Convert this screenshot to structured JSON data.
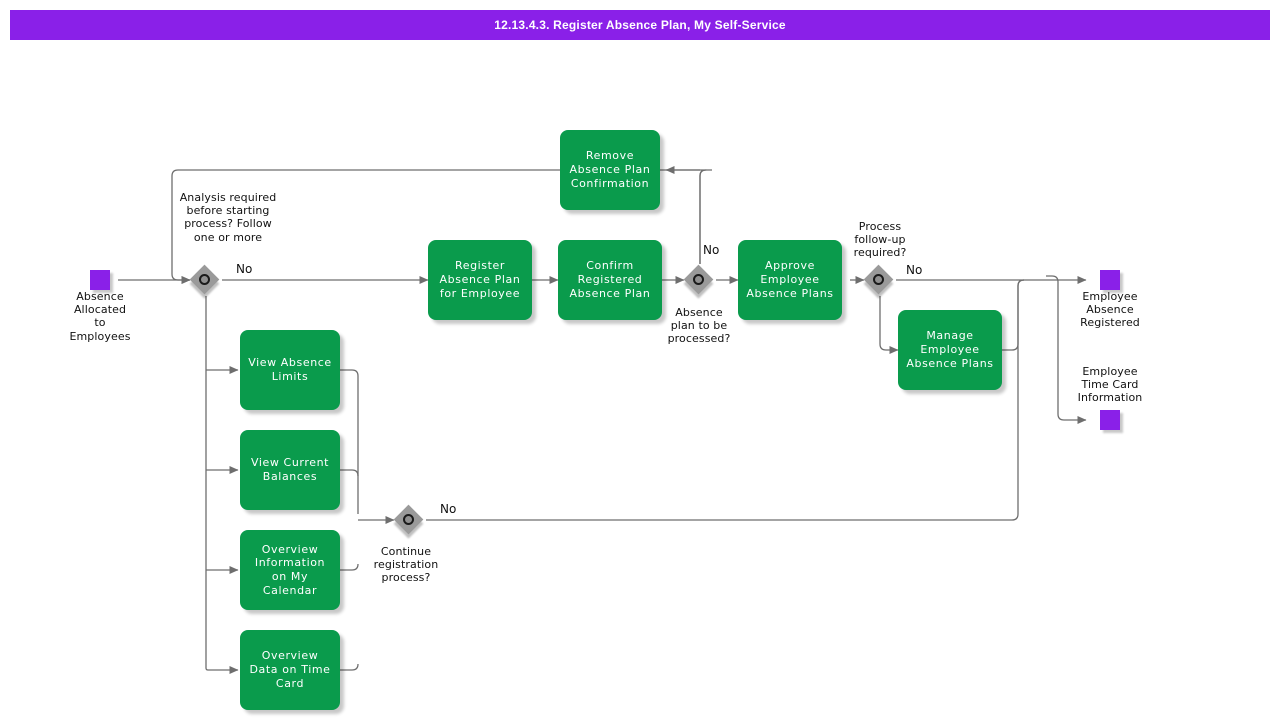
{
  "header": {
    "title": "12.13.4.3. Register Absence Plan, My Self-Service",
    "bar_color": "#8A20E8",
    "text_color": "#FFFFFF"
  },
  "theme": {
    "task_color": "#0A9B4C",
    "event_color": "#8A20E8",
    "gateway_color": "#9A9A9A",
    "connector_color": "#6E6E6E",
    "canvas": "#FFFFFF"
  },
  "diagram": {
    "type": "bpmn-flowchart",
    "events": [
      {
        "id": "start",
        "name": "start-event",
        "label": "Absence\nAllocated\nto\nEmployees",
        "label_position": "below"
      },
      {
        "id": "end-absence-registered",
        "name": "end-event-absence-registered",
        "label": "Employee\nAbsence\nRegistered",
        "label_position": "below"
      },
      {
        "id": "end-time-card",
        "name": "end-event-time-card",
        "label": "Employee\nTime Card\nInformation",
        "label_position": "above"
      }
    ],
    "gateways": [
      {
        "id": "gw-analysis",
        "label": "Analysis required\nbefore starting\nprocess? Follow\none or more",
        "label_position": "above",
        "out_label": "No"
      },
      {
        "id": "gw-absence-processed",
        "label": "Absence\nplan to be\nprocessed?",
        "label_position": "below",
        "out_label": "No"
      },
      {
        "id": "gw-follow-up",
        "label": "Process\nfollow-up\nrequired?",
        "label_position": "above",
        "out_label": "No"
      },
      {
        "id": "gw-continue",
        "label": "Continue\nregistration\nprocess?",
        "label_position": "below",
        "out_label": "No"
      }
    ],
    "tasks": [
      {
        "id": "task-remove-confirmation",
        "label": "Remove\nAbsence Plan\nConfirmation"
      },
      {
        "id": "task-register-plan",
        "label": "Register\nAbsence Plan\nfor Employee"
      },
      {
        "id": "task-confirm-plan",
        "label": "Confirm\nRegistered\nAbsence Plan"
      },
      {
        "id": "task-approve-plans",
        "label": "Approve\nEmployee\nAbsence Plans"
      },
      {
        "id": "task-manage-plans",
        "label": "Manage\nEmployee\nAbsence Plans"
      },
      {
        "id": "task-view-limits",
        "label": "View Absence\nLimits"
      },
      {
        "id": "task-view-balances",
        "label": "View Current\nBalances"
      },
      {
        "id": "task-overview-calendar",
        "label": "Overview\nInformation on\nMy Calendar"
      },
      {
        "id": "task-overview-timecard",
        "label": "Overview Data\non Time Card"
      }
    ],
    "flow_labels": [
      {
        "id": "no-analysis",
        "text": "No"
      },
      {
        "id": "no-absence-processed",
        "text": "No"
      },
      {
        "id": "no-follow-up",
        "text": "No"
      },
      {
        "id": "no-continue",
        "text": "No"
      }
    ]
  }
}
